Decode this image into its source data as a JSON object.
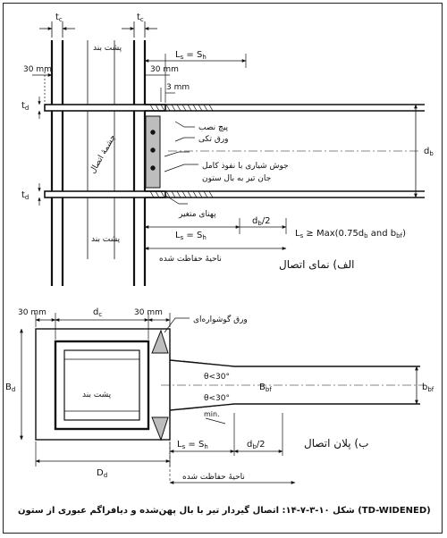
{
  "elevation": {
    "tc_left": "t",
    "tc_left_sub": "c",
    "tc_right": "t",
    "tc_right_sub": "c",
    "backing_top": "پشت بند",
    "backing_bottom": "پشت بند",
    "mm30_left": "30 mm",
    "mm30_right": "30 mm",
    "mm3": "3 mm",
    "ls_top": "L",
    "ls_top_sub": "s",
    "ls_top_eq": " = S",
    "ls_top_eq_sub": "h",
    "td_top": "t",
    "td_top_sub": "d",
    "td_bottom": "t",
    "td_bottom_sub": "d",
    "panel_zone": "چشمهٔ اتصال",
    "leader_bolt": "پیچ نصب",
    "leader_shear_plate": "ورق تکی",
    "leader_weld_1": "جوش شیاری با نفوذ کامل",
    "leader_weld_2": "جان تیر به بال ستون",
    "db": "d",
    "db_sub": "b",
    "variable_width": "پهنای متغیر",
    "ls_bottom": "L",
    "ls_bottom_sub": "s",
    "ls_bottom_eq": " = S",
    "ls_bottom_eq_sub": "h",
    "db_half": "d",
    "db_half_sub": "b",
    "db_half_tail": "/2",
    "ls_formula": "L",
    "ls_formula_sub": "s",
    "ls_formula_rest": " ≥ Max(0.75d",
    "ls_formula_sub2": "b",
    "ls_formula_rest2": " and b",
    "ls_formula_sub3": "bf",
    "ls_formula_rest3": ")",
    "protected_zone": "ناحیهٔ حفاظت شده",
    "title": "الف) نمای اتصال"
  },
  "plan": {
    "mm30_left": "30 mm",
    "dc": "d",
    "dc_sub": "c",
    "mm30_right": "30 mm",
    "gusset_plate": "ورق گوشواره‌ای",
    "bd": "B",
    "bd_sub": "d",
    "bbf": "B",
    "bbf_sub": "bf",
    "bbf_right": "b",
    "bbf_right_sub": "bf",
    "theta_top": "θ<30°",
    "theta_bottom": "θ<30°",
    "backing": "پشت بند",
    "min": "min.",
    "ls": "L",
    "ls_sub": "s",
    "ls_eq": " = S",
    "ls_eq_sub": "h",
    "db_half": "d",
    "db_half_sub": "b",
    "db_half_tail": "/2",
    "dd": "D",
    "dd_sub": "d",
    "protected_zone": "ناحیهٔ حفاظت شده",
    "title": "ب) پلان اتصال"
  },
  "caption": "شکل ۱۰-۳-۷-۱۴: اتصال گیردار تیر با بال پهن‌شده و دیافراگم عبوری از ستون (TD-WIDENED)"
}
